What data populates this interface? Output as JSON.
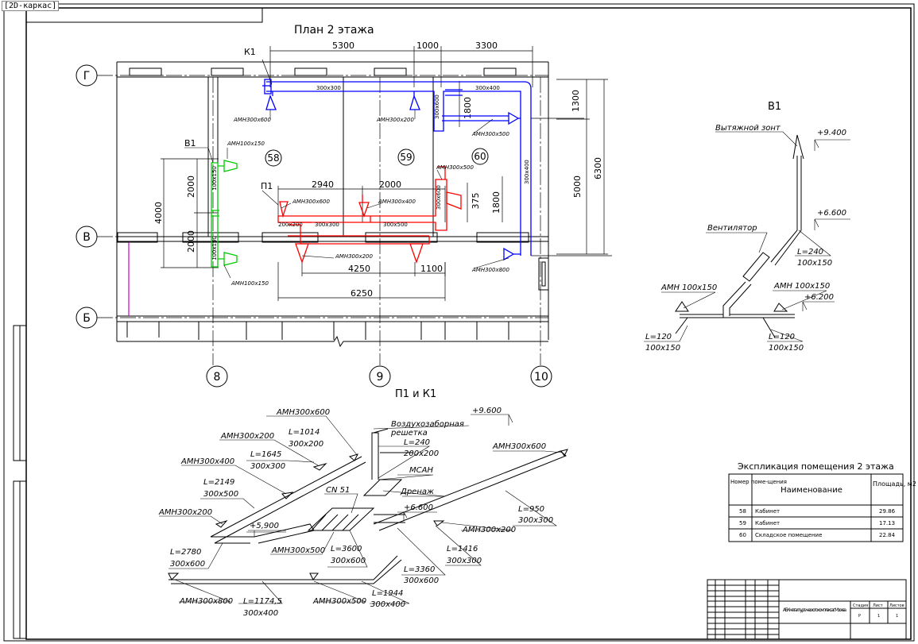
{
  "viewport_label": "[2D-каркас]",
  "plan": {
    "title": "План 2 этажа",
    "axes_rows": [
      "Г",
      "В",
      "Б"
    ],
    "axes_cols": [
      "8",
      "9",
      "10"
    ],
    "rooms": [
      "58",
      "59",
      "60"
    ],
    "system_tags": {
      "k1": "К1",
      "v1": "В1",
      "p1": "П1"
    },
    "dims_top": [
      "5300",
      "1000",
      "3300"
    ],
    "dims_right": [
      "1300",
      "5000",
      "6300"
    ],
    "dims_left": [
      "4000",
      "2000",
      "2000"
    ],
    "dims_inner": [
      "2940",
      "2000",
      "1800",
      "375",
      "1800",
      "4250",
      "1100",
      "6250"
    ],
    "ducts": [
      "300x300",
      "300x400",
      "300x600",
      "300x400",
      "100x150",
      "100x150",
      "300x600",
      "300x300",
      "300x500",
      "200x200"
    ],
    "grilles": [
      "АМН300x600",
      "АМН300x200",
      "АМН300x500",
      "АМН300x800",
      "АМН100x150",
      "АМН100x150",
      "АМН300x500",
      "АМН300x600",
      "АМН300x400",
      "АМН300x200"
    ]
  },
  "b1": {
    "title": "В1",
    "labels": [
      "Вытяжной зонт",
      "+9.400",
      "+6.600",
      "Вентилятор",
      "L=240",
      "100x150",
      "АМН 100x150",
      "АМН 100x150",
      "+6.200",
      "L=120",
      "100x150",
      "L=120",
      "100x150"
    ]
  },
  "p1k1": {
    "title": "П1 и К1",
    "labels": [
      "АМН300x600",
      "АМН300x200",
      "L=1014",
      "300x200",
      "L=1645",
      "300x300",
      "АМН300x400",
      "L=2149",
      "300x500",
      "Воздухозаборная",
      "решетка",
      "L=240",
      "200x200",
      "+9.600",
      "АМН300x600",
      "МСАН",
      "CN 51",
      "Дренаж",
      "+6.600",
      "L=950",
      "300x300",
      "АМН300x200",
      "+5,900",
      "АМН300x200",
      "L=2780",
      "300x600",
      "АМН300x500",
      "L=3600",
      "300x600",
      "L=1416",
      "300x300",
      "L=3360",
      "300x600",
      "АМН300x800",
      "L=1174,5",
      "300x400",
      "АМН300x500",
      "L=1944",
      "300x400"
    ]
  },
  "explication": {
    "title": "Экспликация помещения 2 этажа",
    "headers": [
      "Номер поме-щения",
      "Наименование",
      "Площадь, м2"
    ],
    "rows": [
      {
        "num": "58",
        "name": "Кабинет",
        "area": "29.86"
      },
      {
        "num": "59",
        "name": "Кабинет",
        "area": "17.13"
      },
      {
        "num": "60",
        "name": "Складское помещение",
        "area": "22.84"
      }
    ]
  },
  "stamp": {
    "project": "АБК металлургического комплекса г. Москва",
    "col_headers": [
      "Стадия",
      "Лист",
      "Листов"
    ],
    "values": [
      "Р",
      "1",
      "1"
    ]
  },
  "colors": {
    "supply": "#ff0000",
    "cooling": "#0000ff",
    "exhaust": "#00cc00",
    "line": "#000000",
    "accent": "#cc00cc"
  }
}
